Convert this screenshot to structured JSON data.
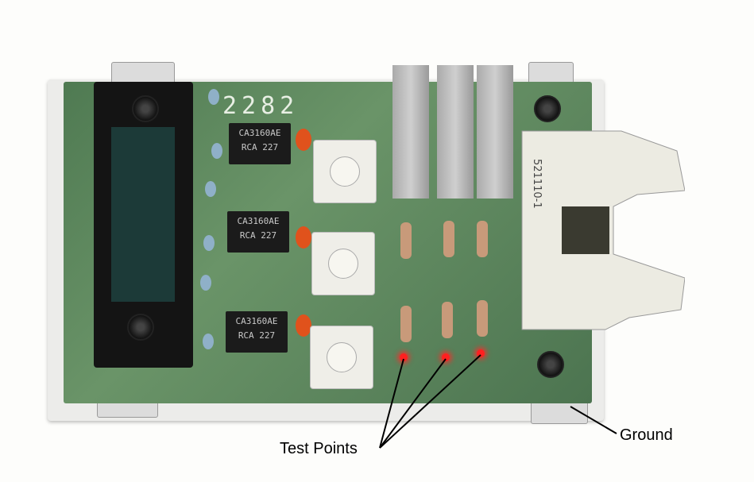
{
  "board": {
    "board_number": "2282",
    "chips": [
      {
        "part": "CA3160AE",
        "maker": "RCA 227"
      },
      {
        "part": "CA3160AE",
        "maker": "RCA 227"
      },
      {
        "part": "CA3160AE",
        "maker": "RCA 227"
      }
    ],
    "connector_marking": "521110-1",
    "test_point_color": "#ff2020",
    "pcb_color": "#5f8a5e"
  },
  "annotations": {
    "test_points": "Test Points",
    "ground": "Ground"
  }
}
